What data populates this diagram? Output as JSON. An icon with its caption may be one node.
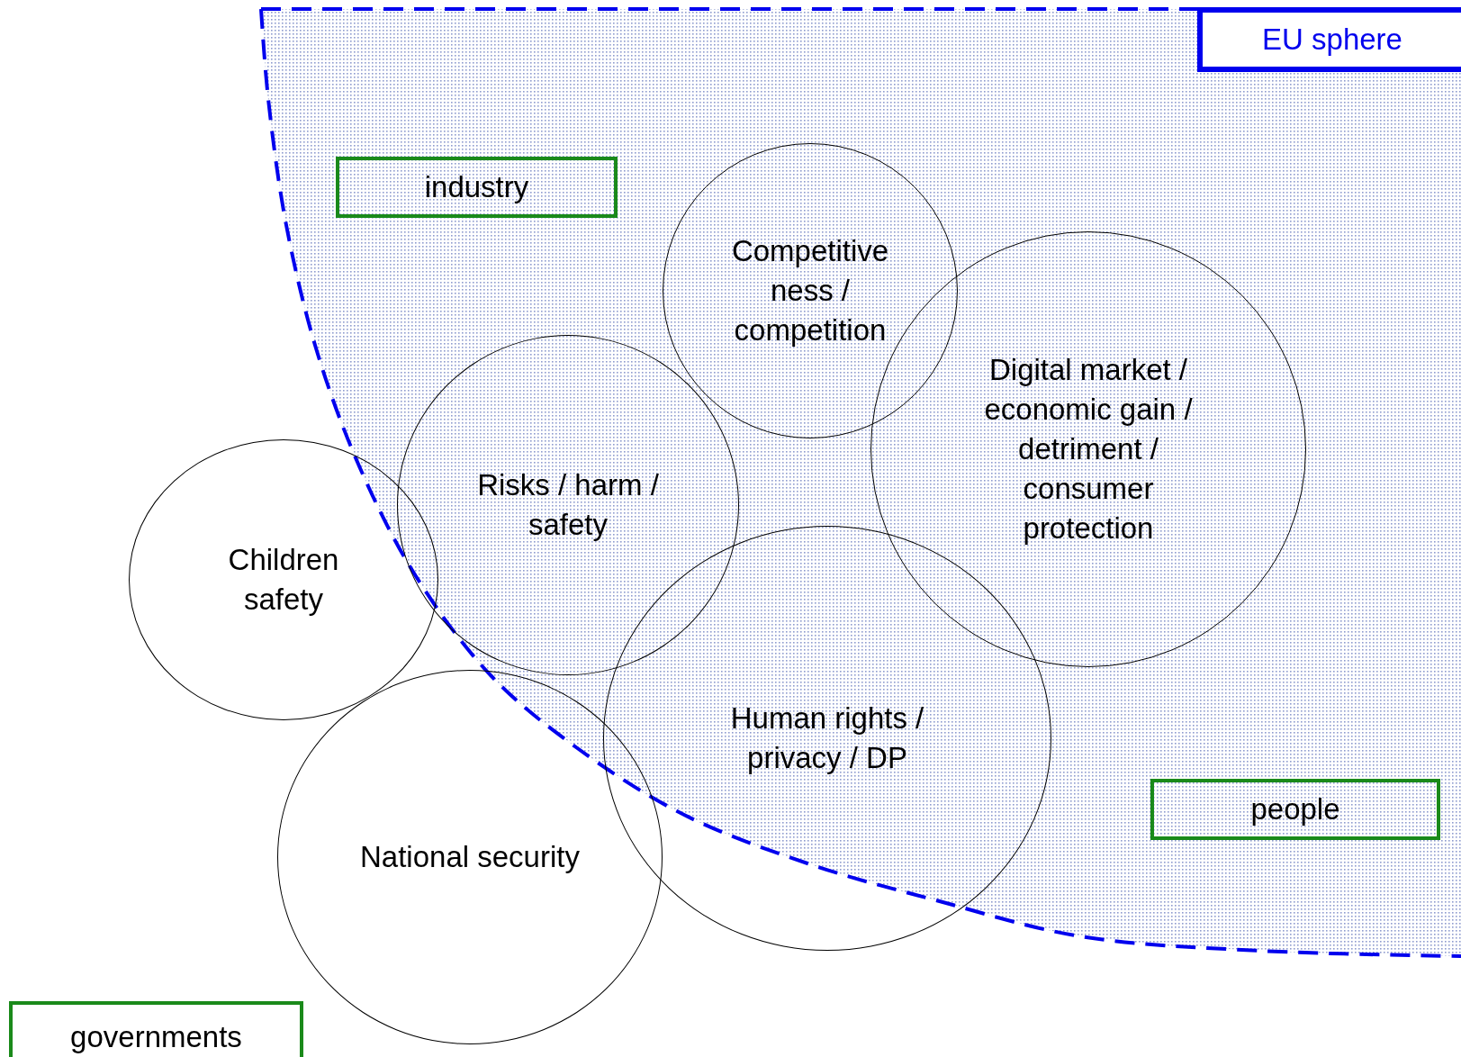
{
  "diagram": {
    "nodes": [
      {
        "text": [
          "EU sphere"
        ]
      },
      {
        "text": [
          "industry"
        ]
      },
      {
        "text": [
          "Competitive ness / competition"
        ]
      },
      {
        "text": [
          "Digital market / economic gain / detriment / consumer protection"
        ]
      },
      {
        "text": [
          "Risks / harm / safety"
        ]
      },
      {
        "text": [
          "Children safety"
        ]
      },
      {
        "text": [
          "Human rights / privacy / DP"
        ]
      },
      {
        "text": [
          "people"
        ]
      },
      {
        "text": [
          "National security"
        ]
      },
      {
        "text": [
          "governments"
        ]
      }
    ]
  }
}
